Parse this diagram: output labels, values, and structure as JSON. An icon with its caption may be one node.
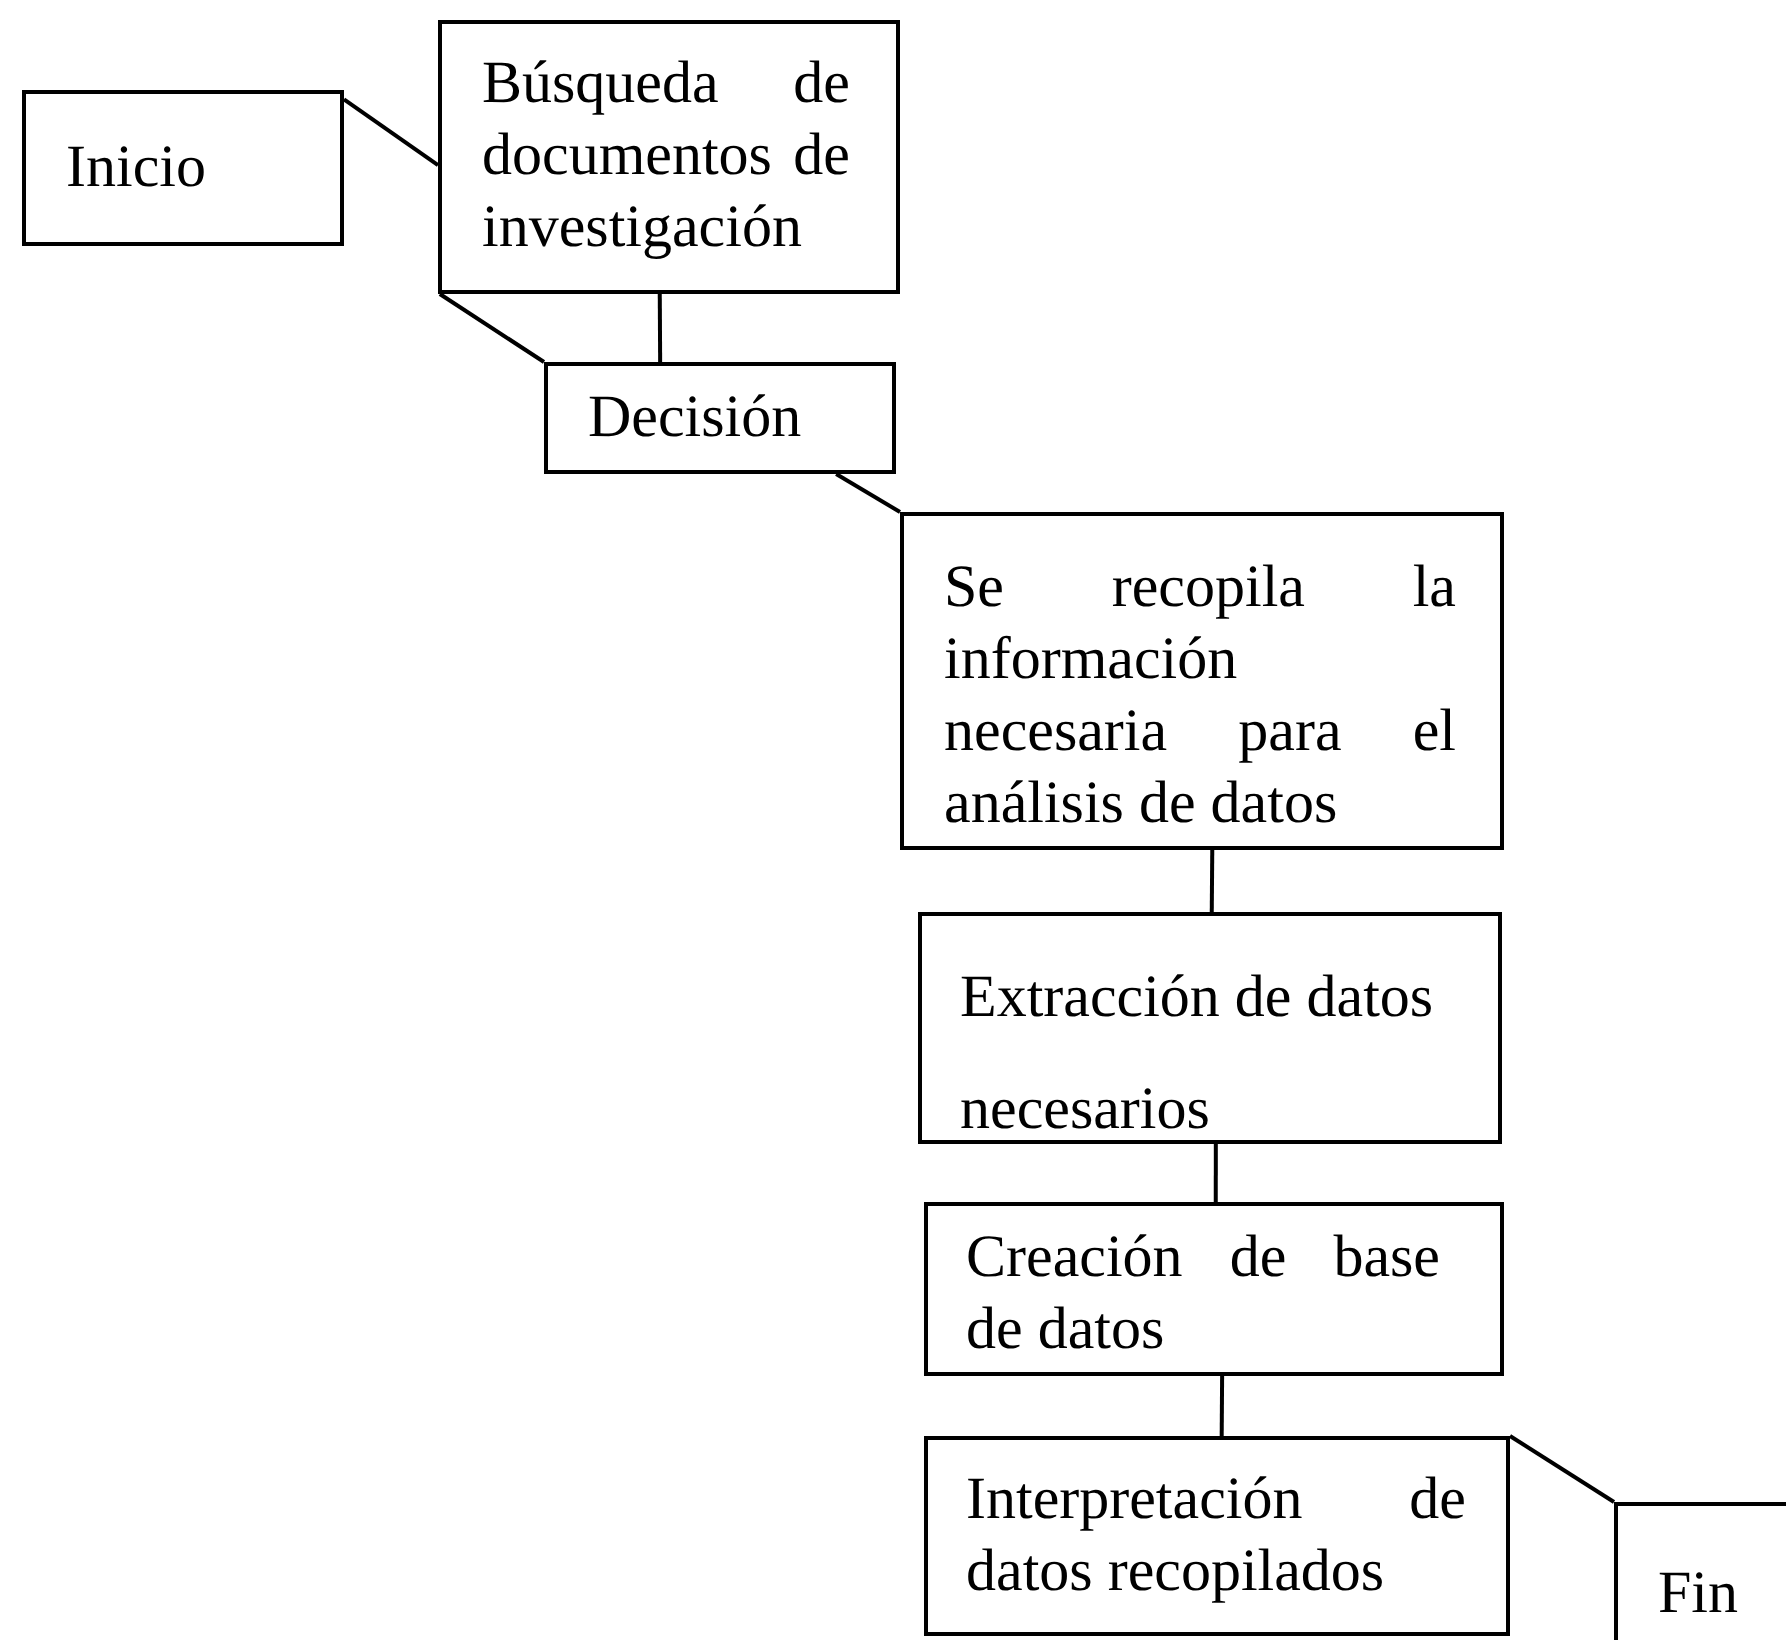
{
  "diagram": {
    "nodes": [
      {
        "text": [
          "Inicio"
        ]
      },
      {
        "text": [
          "Búsqueda de documentos de investigación"
        ]
      },
      {
        "text": [
          "Decisión"
        ]
      },
      {
        "text": [
          "Se recopila la información necesaria para el análisis de datos"
        ]
      },
      {
        "text": [
          "Extracción de datos necesarios"
        ]
      },
      {
        "text": [
          "Creación de base de datos"
        ]
      },
      {
        "text": [
          "Interpretación de datos recopilados"
        ]
      },
      {
        "text": [
          "Fin"
        ]
      }
    ],
    "edges": [
      {
        "from": 0,
        "to": 1,
        "arrow": "none"
      },
      {
        "from": 1,
        "to": 2,
        "arrow": "none"
      },
      {
        "from": 1,
        "to": 2,
        "arrow": "none"
      },
      {
        "from": 2,
        "to": 3,
        "arrow": "none"
      },
      {
        "from": 3,
        "to": 4,
        "arrow": "none"
      },
      {
        "from": 4,
        "to": 5,
        "arrow": "none"
      },
      {
        "from": 5,
        "to": 6,
        "arrow": "none"
      },
      {
        "from": 6,
        "to": 7,
        "arrow": "none"
      }
    ]
  }
}
